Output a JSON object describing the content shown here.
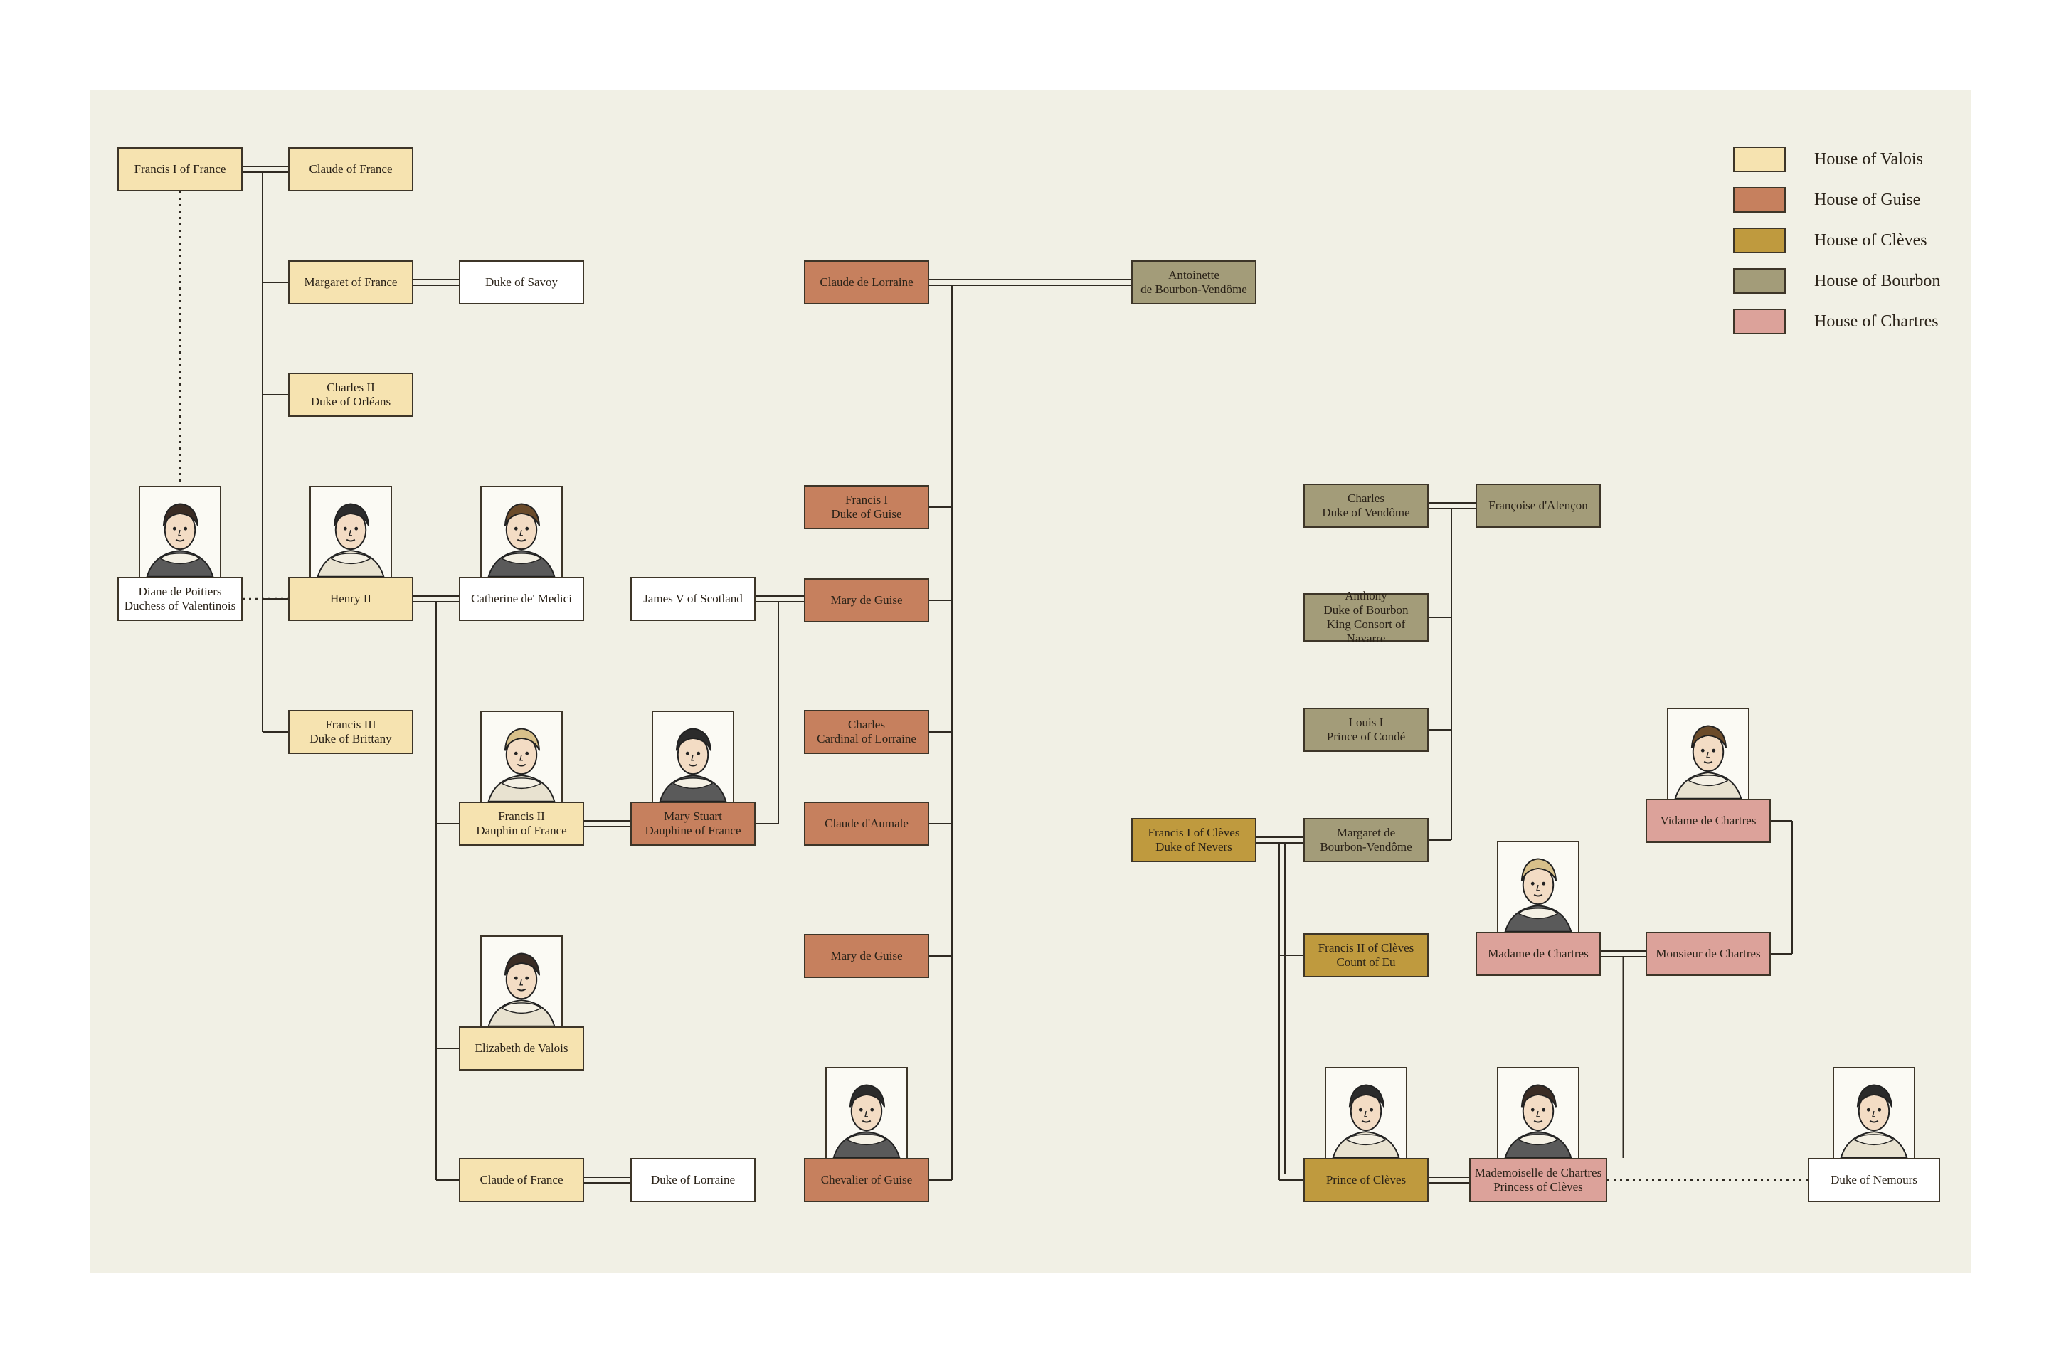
{
  "colors": {
    "valois": "#f6e3b0",
    "guise": "#c6805e",
    "cleves": "#bf9a3e",
    "bourbon": "#a39c79",
    "chartres": "#dca29a",
    "none": "#ffffff"
  },
  "legend": [
    {
      "house": "valois",
      "label": "House of Valois"
    },
    {
      "house": "guise",
      "label": "House of Guise"
    },
    {
      "house": "cleves",
      "label": "House of Clèves"
    },
    {
      "house": "bourbon",
      "label": "House of Bourbon"
    },
    {
      "house": "chartres",
      "label": "House of Chartres"
    }
  ],
  "people": {
    "francis1": {
      "label": "Francis I of France",
      "house": "valois"
    },
    "claude_france": {
      "label": "Claude of France",
      "house": "valois"
    },
    "margaret_france": {
      "label": "Margaret of France",
      "house": "valois"
    },
    "duke_savoy": {
      "label": "Duke of Savoy",
      "house": "none"
    },
    "charles2": {
      "label": "Charles II\nDuke of Orléans",
      "house": "valois"
    },
    "diane": {
      "label": "Diane de Poitiers\nDuchess of Valentinois",
      "house": "none"
    },
    "henry2": {
      "label": "Henry II",
      "house": "valois"
    },
    "catherine": {
      "label": "Catherine de' Medici",
      "house": "none"
    },
    "francis3": {
      "label": "Francis III\nDuke of Brittany",
      "house": "valois"
    },
    "james5": {
      "label": "James V of Scotland",
      "house": "none"
    },
    "francis2": {
      "label": "Francis II\nDauphin of France",
      "house": "valois"
    },
    "mary_stuart": {
      "label": "Mary Stuart\nDauphine of France",
      "house": "guise"
    },
    "elizabeth": {
      "label": "Elizabeth de Valois",
      "house": "valois"
    },
    "claude_france2": {
      "label": "Claude of France",
      "house": "valois"
    },
    "duke_lorraine": {
      "label": "Duke of Lorraine",
      "house": "none"
    },
    "claude_lorraine": {
      "label": "Claude de Lorraine",
      "house": "guise"
    },
    "antoinette": {
      "label": "Antoinette\nde Bourbon-Vendôme",
      "house": "bourbon"
    },
    "francis_guise": {
      "label": "Francis I\nDuke of Guise",
      "house": "guise"
    },
    "mary_guise1": {
      "label": "Mary de Guise",
      "house": "guise"
    },
    "charles_cardinal": {
      "label": "Charles\nCardinal of Lorraine",
      "house": "guise"
    },
    "claude_aumale": {
      "label": "Claude d'Aumale",
      "house": "guise"
    },
    "mary_guise2": {
      "label": "Mary de Guise",
      "house": "guise"
    },
    "chevalier": {
      "label": "Chevalier of Guise",
      "house": "guise"
    },
    "charles_vendome": {
      "label": "Charles\nDuke of Vendôme",
      "house": "bourbon"
    },
    "francoise": {
      "label": "Françoise d'Alençon",
      "house": "bourbon"
    },
    "anthony": {
      "label": "Anthony\nDuke of Bourbon\nKing Consort of Navarre",
      "house": "bourbon"
    },
    "louis1": {
      "label": "Louis I\nPrince of Condé",
      "house": "bourbon"
    },
    "margaret_bourbon": {
      "label": "Margaret de\nBourbon-Vendôme",
      "house": "bourbon"
    },
    "francis_cleves": {
      "label": "Francis I of Clèves\nDuke of Nevers",
      "house": "cleves"
    },
    "francis2_cleves": {
      "label": "Francis II of Clèves\nCount of Eu",
      "house": "cleves"
    },
    "prince_cleves": {
      "label": "Prince of Clèves",
      "house": "cleves"
    },
    "vidame": {
      "label": "Vidame de Chartres",
      "house": "chartres"
    },
    "madame_chartres": {
      "label": "Madame de Chartres",
      "house": "chartres"
    },
    "monsieur_chartres": {
      "label": "Monsieur de Chartres",
      "house": "chartres"
    },
    "mademoiselle": {
      "label": "Mademoiselle de Chartres\nPrincess of Clèves",
      "house": "chartres"
    },
    "duke_nemours": {
      "label": "Duke of Nemours",
      "house": "none"
    }
  },
  "portraits": [
    {
      "person": "diane",
      "name": "diane-portrait"
    },
    {
      "person": "henry2",
      "name": "henry-ii-portrait"
    },
    {
      "person": "catherine",
      "name": "catherine-portrait"
    },
    {
      "person": "francis2",
      "name": "francis-ii-portrait"
    },
    {
      "person": "mary_stuart",
      "name": "mary-stuart-portrait"
    },
    {
      "person": "elizabeth",
      "name": "elizabeth-portrait"
    },
    {
      "person": "chevalier",
      "name": "chevalier-portrait"
    },
    {
      "person": "vidame",
      "name": "vidame-portrait"
    },
    {
      "person": "madame_chartres",
      "name": "madame-chartres-portrait"
    },
    {
      "person": "prince_cleves",
      "name": "prince-cleves-portrait"
    },
    {
      "person": "mademoiselle",
      "name": "mademoiselle-portrait"
    },
    {
      "person": "duke_nemours",
      "name": "duke-nemours-portrait"
    }
  ],
  "marriages": [
    {
      "a": "francis1",
      "b": "claude_france"
    },
    {
      "a": "margaret_france",
      "b": "duke_savoy"
    },
    {
      "a": "henry2",
      "b": "catherine"
    },
    {
      "a": "francis2",
      "b": "mary_stuart"
    },
    {
      "a": "james5",
      "b": "mary_guise1"
    },
    {
      "a": "claude_lorraine",
      "b": "antoinette"
    },
    {
      "a": "charles_vendome",
      "b": "francoise"
    },
    {
      "a": "francis_cleves",
      "b": "margaret_bourbon"
    },
    {
      "a": "madame_chartres",
      "b": "monsieur_chartres"
    },
    {
      "a": "prince_cleves",
      "b": "mademoiselle"
    },
    {
      "a": "claude_france2",
      "b": "duke_lorraine"
    }
  ],
  "affairs": [
    {
      "a": "francis1",
      "b": "diane"
    },
    {
      "a": "diane",
      "b": "henry2"
    },
    {
      "a": "mademoiselle",
      "b": "duke_nemours"
    }
  ],
  "descents": [
    {
      "parents": [
        "francis1",
        "claude_france"
      ],
      "children": [
        "margaret_france",
        "charles2",
        "henry2",
        "francis3"
      ]
    },
    {
      "parents": [
        "henry2",
        "catherine"
      ],
      "children": [
        "francis2",
        "elizabeth",
        "claude_france2"
      ]
    },
    {
      "parents": [
        "james5",
        "mary_guise1"
      ],
      "children": [
        "mary_stuart"
      ]
    },
    {
      "parents": [
        "claude_lorraine",
        "antoinette"
      ],
      "children": [
        "francis_guise",
        "mary_guise1",
        "charles_cardinal",
        "claude_aumale",
        "mary_guise2",
        "chevalier"
      ]
    },
    {
      "parents": [
        "charles_vendome",
        "francoise"
      ],
      "children": [
        "anthony",
        "louis1",
        "margaret_bourbon"
      ]
    },
    {
      "parents": [
        "francis_cleves",
        "margaret_bourbon"
      ],
      "children": [
        "francis2_cleves",
        "prince_cleves"
      ]
    },
    {
      "parents": [
        "madame_chartres",
        "monsieur_chartres"
      ],
      "children": [
        "mademoiselle"
      ]
    }
  ],
  "siblings": [
    {
      "a": "vidame",
      "b": "monsieur_chartres"
    }
  ]
}
